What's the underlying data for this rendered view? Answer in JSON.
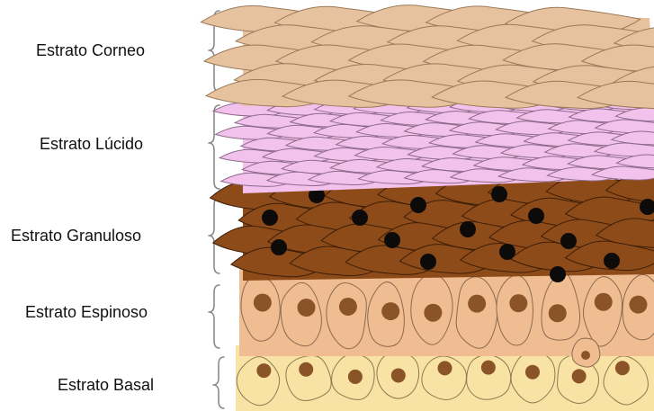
{
  "layers": [
    {
      "id": "corneo",
      "label": "Estrato Corneo",
      "fill": "#e7c29e",
      "stroke": "#9a7a5a"
    },
    {
      "id": "lucido",
      "label": "Estrato Lúcido",
      "fill": "#f2c2ec",
      "stroke": "#8d6a8a"
    },
    {
      "id": "granuloso",
      "label": "Estrato Granuloso",
      "fill": "#8e4b1a",
      "stroke": "#3d1e06"
    },
    {
      "id": "espinoso",
      "label": "Estrato Espinoso",
      "fill": "#f0bd93",
      "stroke": "#8c6a4e"
    },
    {
      "id": "basal",
      "label": "Estrato Basal",
      "fill": "#f8e3a4",
      "stroke": "#8e7a52"
    }
  ],
  "nucleus_colors": {
    "granuloso": "#0d0b0a",
    "espinoso": "#8b5428",
    "basal": "#8b5428"
  }
}
